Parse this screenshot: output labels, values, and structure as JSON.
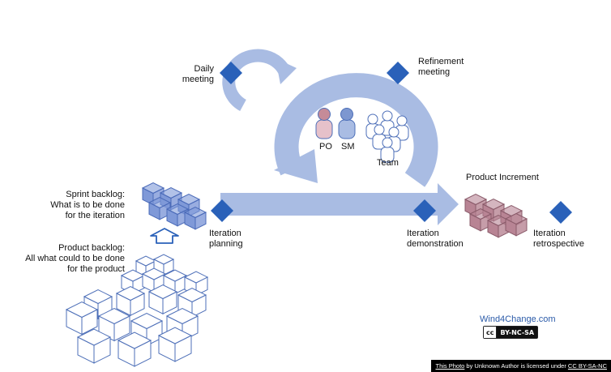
{
  "colors": {
    "arrow": "#a9bce3",
    "diamond": "#2a61b9",
    "cube_blue": "#7f99d8",
    "cube_blue_dark": "#4a6ab8",
    "cube_red": "#b88494",
    "cube_red_dark": "#8a5b6a",
    "cube_outline": "#4d6fb8",
    "po_head": "#c58b98",
    "sm_head": "#7d97d0",
    "watermark": "#2a5aa8"
  },
  "labels": {
    "daily_meeting_1": "Daily",
    "daily_meeting_2": "meeting",
    "refinement_1": "Refinement",
    "refinement_2": "meeting",
    "po": "PO",
    "sm": "SM",
    "team": "Team",
    "sprint_backlog_1": "Sprint backlog:",
    "sprint_backlog_2": "What is to be done",
    "sprint_backlog_3": "for the iteration",
    "product_backlog_1": "Product backlog:",
    "product_backlog_2": "All what could to be done",
    "product_backlog_3": "for the product",
    "iteration_planning_1": "Iteration",
    "iteration_planning_2": "planning",
    "iteration_demo_1": "Iteration",
    "iteration_demo_2": "demonstration",
    "product_increment": "Product Increment",
    "iteration_retro_1": "Iteration",
    "iteration_retro_2": "retrospective"
  },
  "watermark": {
    "site": "Wind4Change.com",
    "cc": "cc",
    "license": "BY-NC-SA"
  },
  "credit": {
    "photo_link": "This Photo",
    "middle": " by Unknown Author is licensed under ",
    "license_link": "CC BY-SA-NC"
  },
  "icons": {
    "diamond": "diamond-milestone-icon",
    "person": "person-icon",
    "cube": "cube-icon",
    "up_arrow": "up-arrow-icon"
  }
}
